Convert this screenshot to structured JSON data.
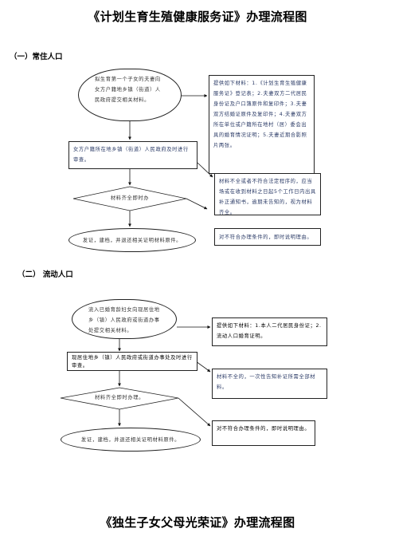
{
  "title_top": "《计划生育生殖健康服务证》办理流程图",
  "section1": {
    "heading": "（一）常住人口",
    "start": "拟生育第一个子女的夫妻向女方户籍地乡镇（街道）人民政府提交相关材料。",
    "materials": "提供如下材料：1.《计划生育生殖健康服务证》登记表；2.夫妻双方二代居民身份证及户口簿原件和复印件；3.夫妻双方结婚证原件及复印件；4.夫妻双方所在单位或户籍所在地村（居）委会出具的婚育情况证明；5.夫妻近期合影照片两张。",
    "review": "女方户籍所在地乡镇（街道）人民政府及时进行审查。",
    "incomplete": "材料不全或者不符合法定程序的，应当场或在收到材料之日起5个工作日内出具补正通知书，逾期未告知的，视为材料齐全。",
    "decision": "材料齐全即时办",
    "reject": "对不符合办理条件的，即时说明理由。",
    "end": "发证，建档，并退还相关证明材料原件。"
  },
  "section2": {
    "heading": "（二）  流动人口",
    "start": "流入已婚育龄妇女向现居住地乡（镇）人民政府或街道办事处提交相关材料。",
    "materials": "提供如下材料：1.本人二代居民身份证；2.流动人口婚育证明。",
    "review": "现居住地乡（镇）人民政府或街道办事处及时进行审查。",
    "incomplete": "材料不全的，一次性告知补证所需全部材料。",
    "decision": "材料齐全即时办理。",
    "reject": "对不符合办理条件的，即时说明理由。",
    "end": "发证，建档，并退还相关证明材料原件。"
  },
  "title_bottom": "《独生子女父母光荣证》办理流程图"
}
